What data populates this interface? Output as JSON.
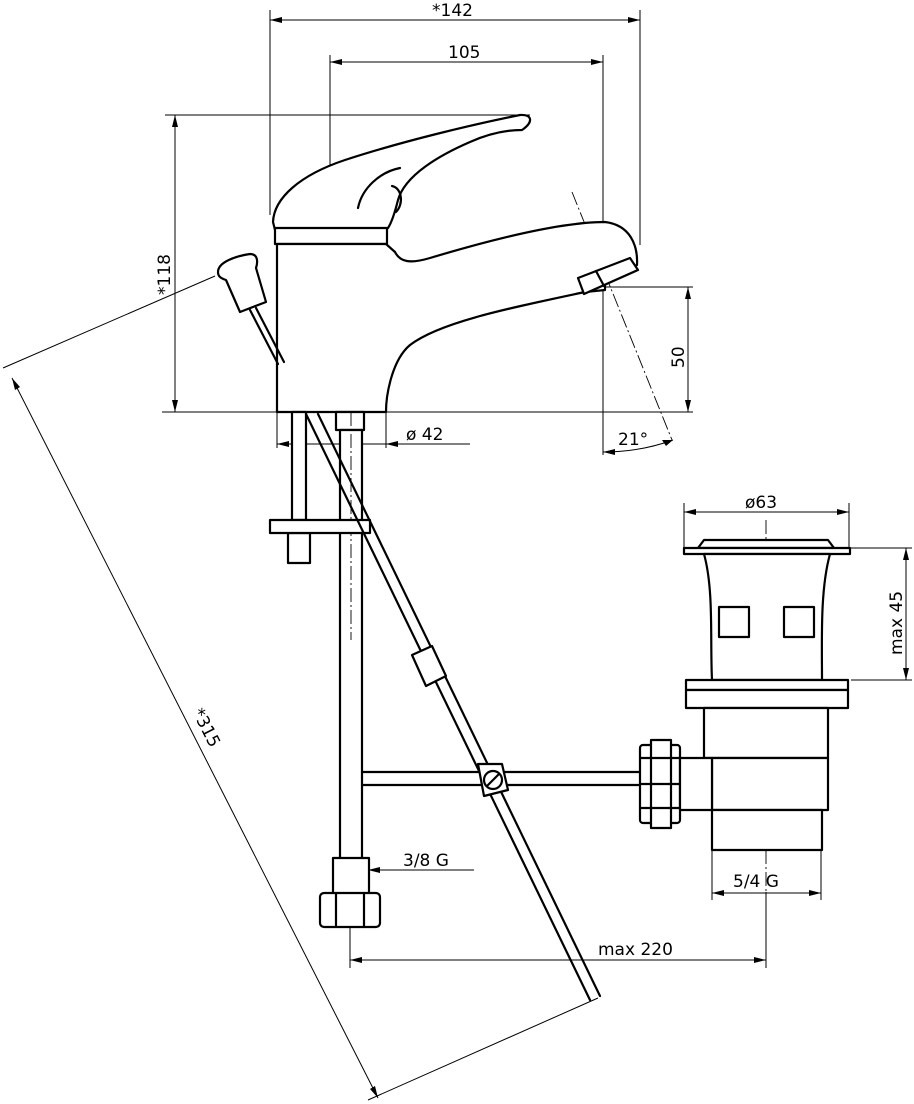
{
  "dimensions": {
    "overall_width": "*142",
    "spout_reach": "105",
    "overall_height": "*118",
    "spout_height": "50",
    "spout_angle": "21°",
    "body_diameter": "ø 42",
    "waste_diameter": "ø63",
    "waste_height": "max 45",
    "hose_length": "*315",
    "supply_thread": "3/8 G",
    "waste_thread": "5/4 G",
    "max_distance": "max 220"
  }
}
